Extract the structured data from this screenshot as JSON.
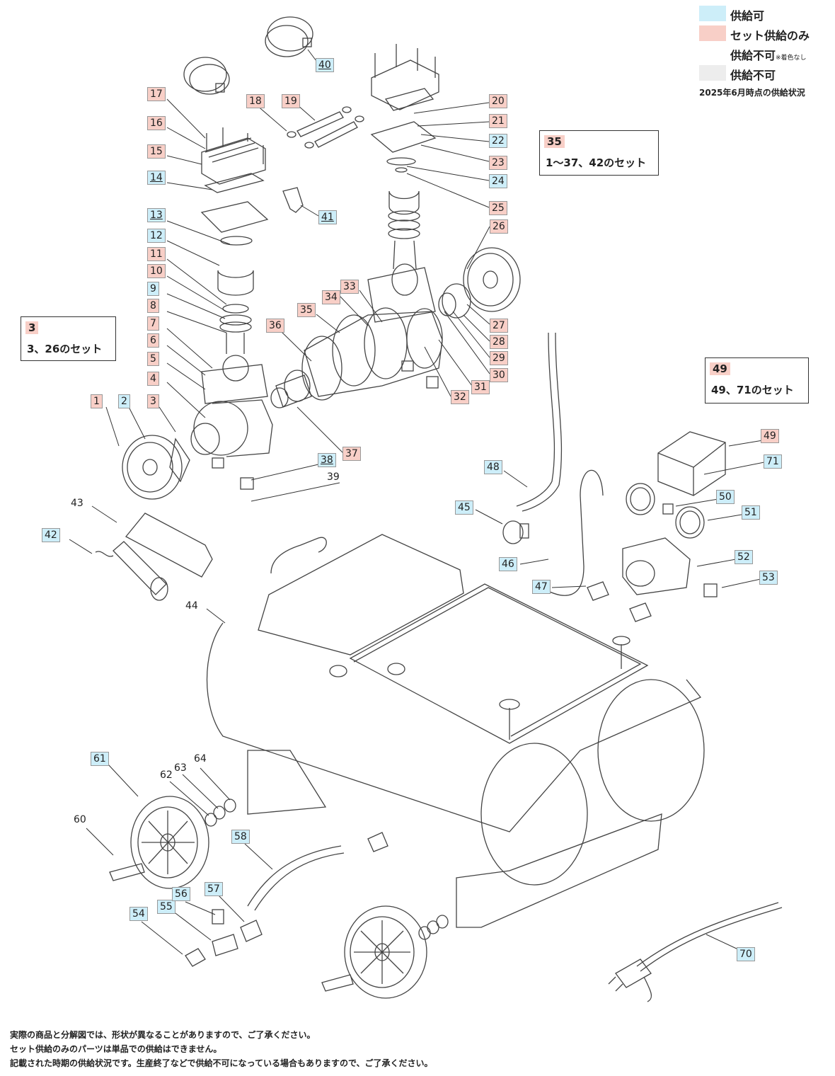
{
  "legend": {
    "available": "供給可",
    "set_only": "セット供給のみ",
    "unavailable_uncolored": "供給不可",
    "unavailable_note": "※着色なし",
    "unavailable": "供給不可",
    "status_date": "2025年6月時点の供給状況"
  },
  "set_boxes": [
    {
      "number": "35",
      "text": "1～37、42のセット"
    },
    {
      "number": "3",
      "text": "3、26のセット"
    },
    {
      "number": "49",
      "text": "49、71のセット"
    }
  ],
  "labels": [
    {
      "text": "1",
      "status": "red"
    },
    {
      "text": "2",
      "status": "blue"
    },
    {
      "text": "3",
      "status": "red"
    },
    {
      "text": "4",
      "status": "red"
    },
    {
      "text": "5",
      "status": "red"
    },
    {
      "text": "6",
      "status": "red"
    },
    {
      "text": "7",
      "status": "red"
    },
    {
      "text": "8",
      "status": "red"
    },
    {
      "text": "9",
      "status": "blue"
    },
    {
      "text": "10",
      "status": "red"
    },
    {
      "text": "11",
      "status": "red"
    },
    {
      "text": "12",
      "status": "blue"
    },
    {
      "text": "13",
      "status": "blue"
    },
    {
      "text": "14",
      "status": "blue"
    },
    {
      "text": "15",
      "status": "red"
    },
    {
      "text": "16",
      "status": "red"
    },
    {
      "text": "17",
      "status": "red"
    },
    {
      "text": "18",
      "status": "red"
    },
    {
      "text": "19",
      "status": "red"
    },
    {
      "text": "20",
      "status": "red"
    },
    {
      "text": "21",
      "status": "red"
    },
    {
      "text": "22",
      "status": "blue"
    },
    {
      "text": "23",
      "status": "red"
    },
    {
      "text": "24",
      "status": "blue"
    },
    {
      "text": "25",
      "status": "red"
    },
    {
      "text": "26",
      "status": "red"
    },
    {
      "text": "27",
      "status": "red"
    },
    {
      "text": "28",
      "status": "red"
    },
    {
      "text": "29",
      "status": "red"
    },
    {
      "text": "30",
      "status": "red"
    },
    {
      "text": "31",
      "status": "red"
    },
    {
      "text": "32",
      "status": "red"
    },
    {
      "text": "33",
      "status": "red"
    },
    {
      "text": "34",
      "status": "red"
    },
    {
      "text": "35",
      "status": "red"
    },
    {
      "text": "36",
      "status": "red"
    },
    {
      "text": "37",
      "status": "red"
    },
    {
      "text": "38",
      "status": "blue"
    },
    {
      "text": "39",
      "status": "none"
    },
    {
      "text": "40",
      "status": "blue"
    },
    {
      "text": "41",
      "status": "blue"
    },
    {
      "text": "42",
      "status": "blue"
    },
    {
      "text": "43",
      "status": "none"
    },
    {
      "text": "44",
      "status": "none"
    },
    {
      "text": "45",
      "status": "blue"
    },
    {
      "text": "46",
      "status": "blue"
    },
    {
      "text": "47",
      "status": "blue"
    },
    {
      "text": "48",
      "status": "blue"
    },
    {
      "text": "49",
      "status": "red"
    },
    {
      "text": "50",
      "status": "blue"
    },
    {
      "text": "51",
      "status": "blue"
    },
    {
      "text": "52",
      "status": "blue"
    },
    {
      "text": "53",
      "status": "blue"
    },
    {
      "text": "54",
      "status": "blue"
    },
    {
      "text": "55",
      "status": "blue"
    },
    {
      "text": "56",
      "status": "blue"
    },
    {
      "text": "57",
      "status": "blue"
    },
    {
      "text": "58",
      "status": "blue"
    },
    {
      "text": "60",
      "status": "none"
    },
    {
      "text": "61",
      "status": "blue"
    },
    {
      "text": "62",
      "status": "none"
    },
    {
      "text": "63",
      "status": "none"
    },
    {
      "text": "64",
      "status": "none"
    },
    {
      "text": "70",
      "status": "blue"
    },
    {
      "text": "71",
      "status": "blue"
    }
  ],
  "footer": {
    "line1": "実際の商品と分解図では、形状が異なることがありますので、ご了承ください。",
    "line2": "セット供給のみのパーツは単品での供給はできません。",
    "line3": "記載された時期の供給状況です。生産終了などで供給不可になっている場合もありますので、ご了承ください。"
  }
}
